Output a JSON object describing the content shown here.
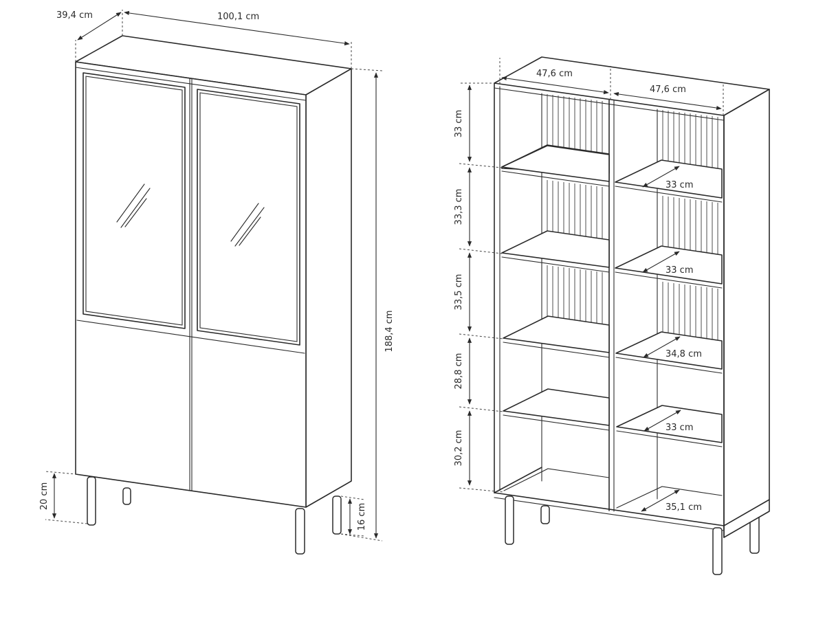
{
  "front_view": {
    "depth": "39,4 cm",
    "width": "100,1 cm",
    "height": "188,4 cm",
    "leg_height": "20 cm",
    "clearance": "16 cm"
  },
  "open_view": {
    "left_width": "47,6 cm",
    "right_width": "47,6 cm",
    "gaps": [
      "33 cm",
      "33,3 cm",
      "33,5 cm",
      "28,8 cm",
      "30,2 cm"
    ],
    "shelf_depths": [
      "33 cm",
      "33 cm",
      "34,8 cm",
      "33 cm",
      "35,1 cm"
    ]
  }
}
